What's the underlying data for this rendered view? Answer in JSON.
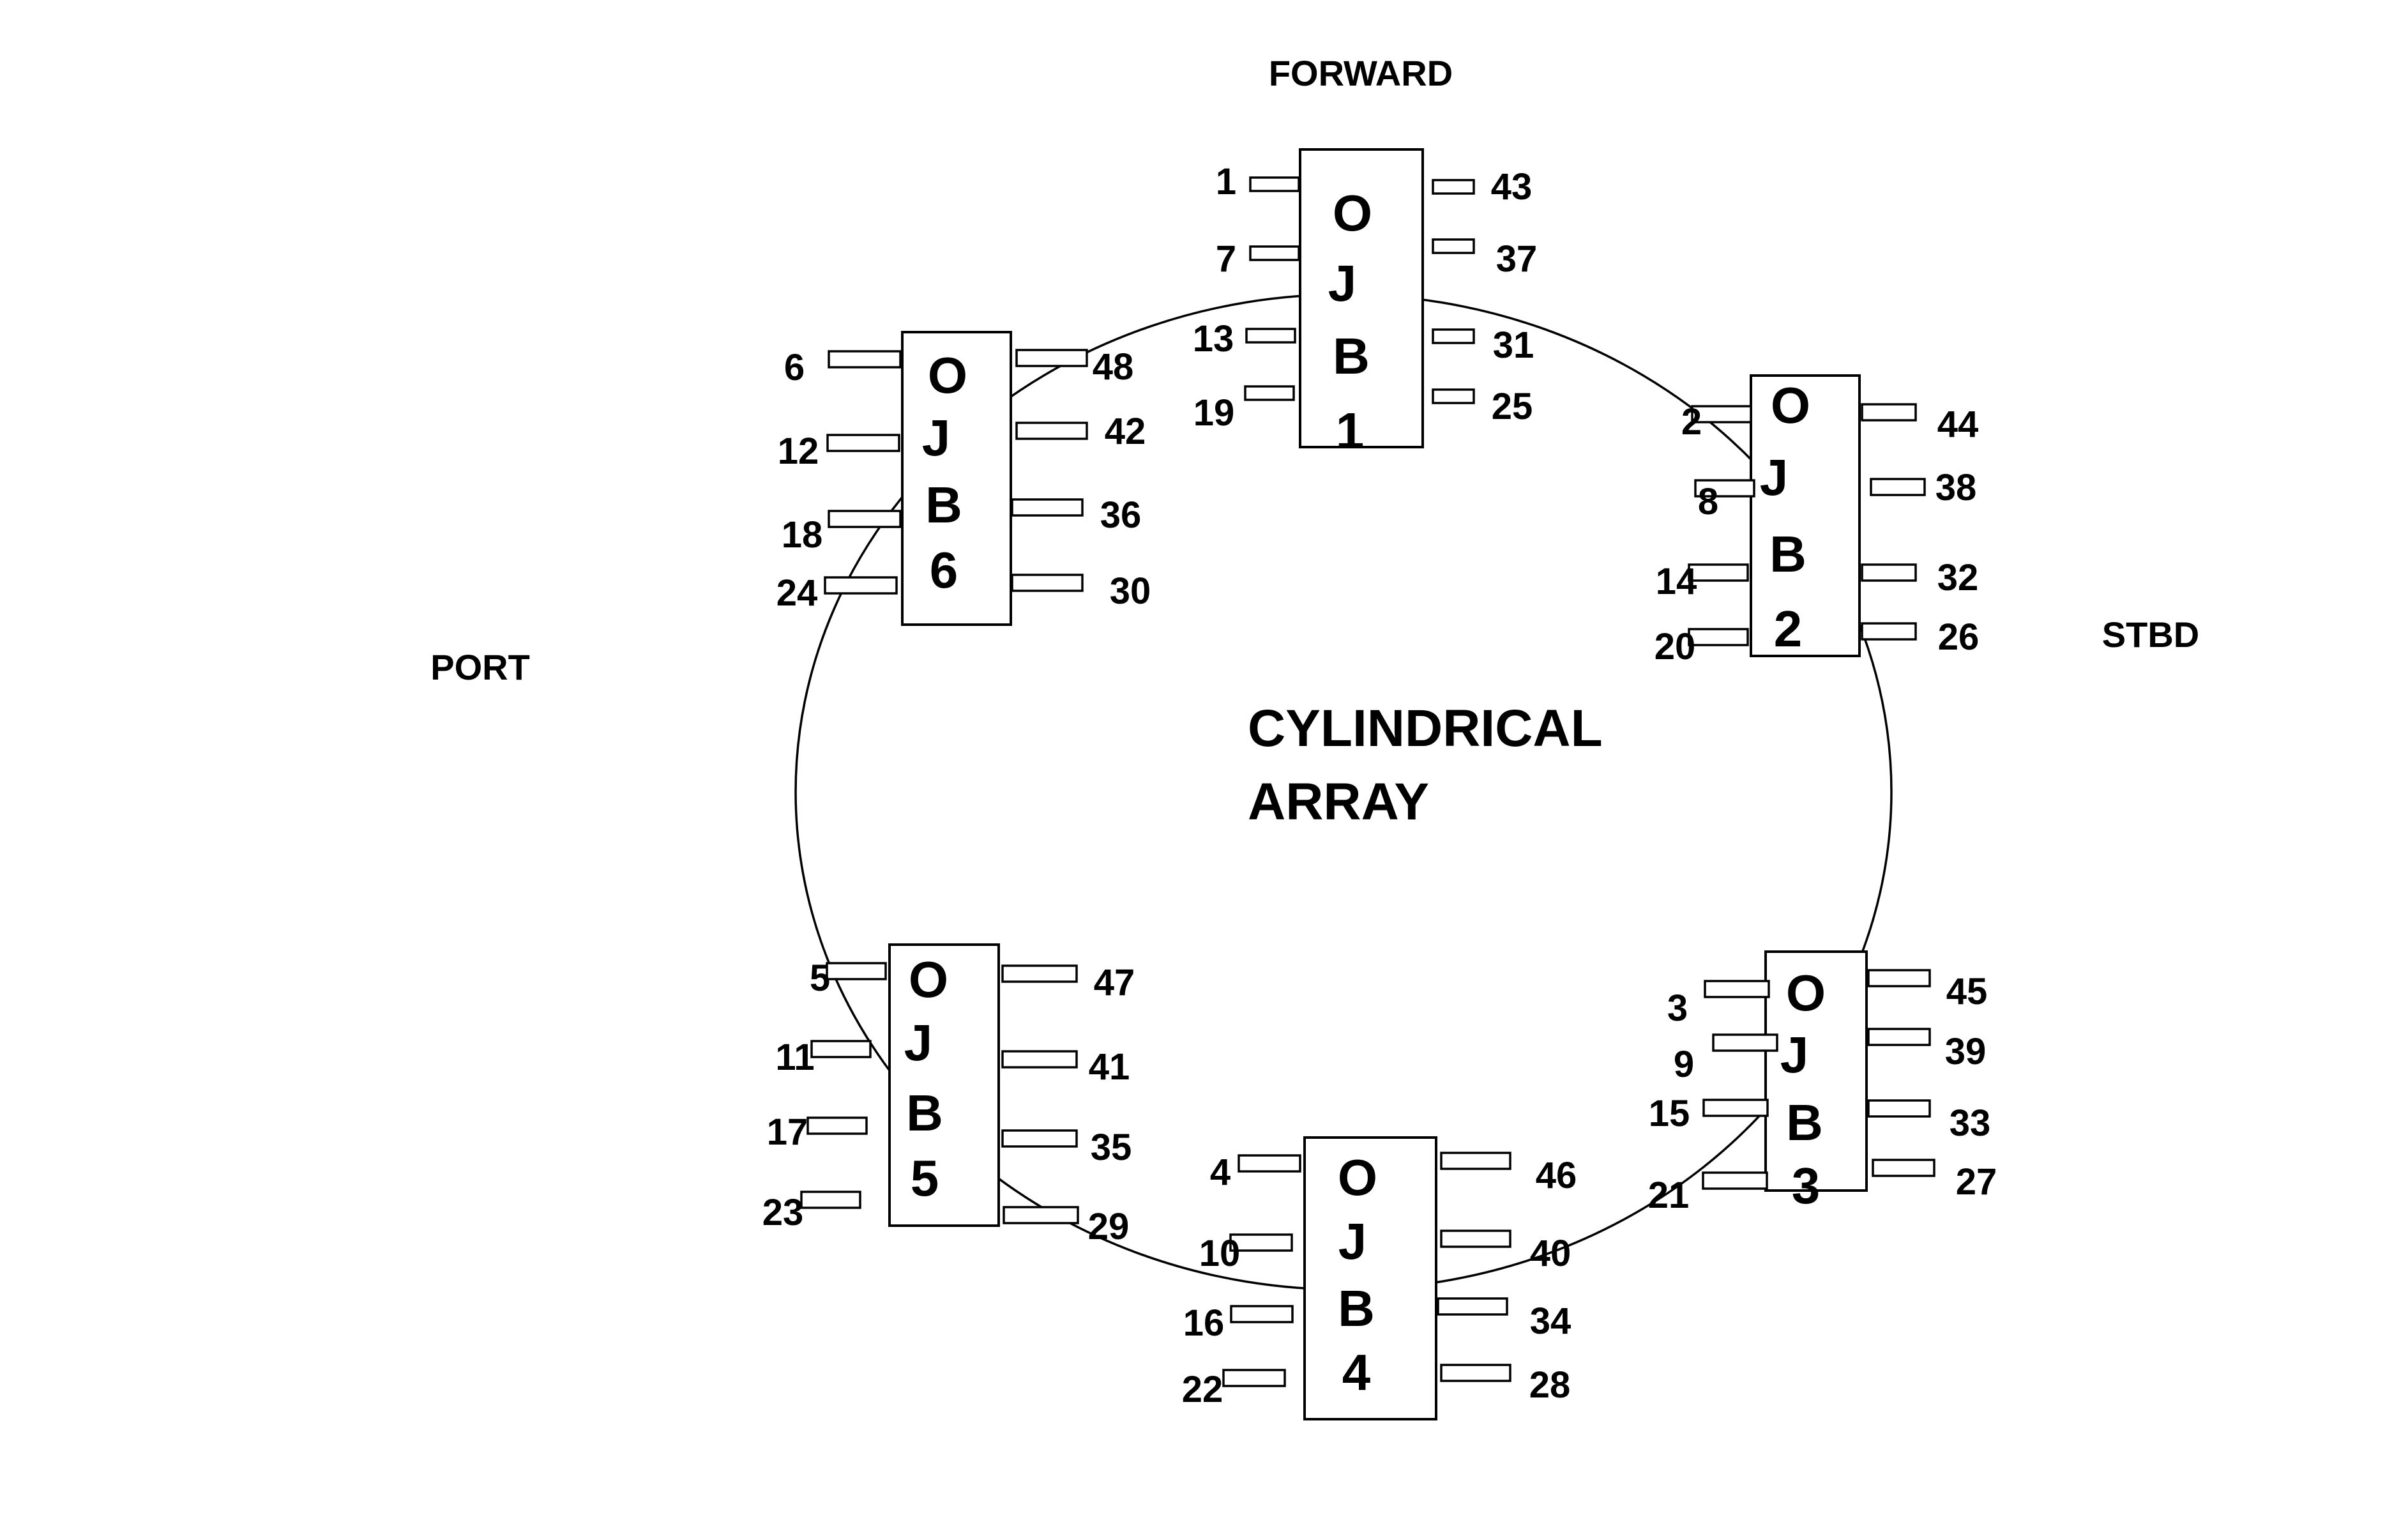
{
  "labels": {
    "forward": "FORWARD",
    "port": "PORT",
    "stbd": "STBD",
    "center_line1": "CYLINDRICAL",
    "center_line2": "ARRAY"
  },
  "boxes": [
    {
      "id": "ojb1",
      "letters": [
        "O",
        "J",
        "B",
        "1"
      ],
      "left_pins": [
        "1",
        "7",
        "13",
        "19"
      ],
      "right_pins": [
        "43",
        "37",
        "31",
        "25"
      ]
    },
    {
      "id": "ojb2",
      "letters": [
        "O",
        "J",
        "B",
        "2"
      ],
      "left_pins": [
        "2",
        "8",
        "14",
        "20"
      ],
      "right_pins": [
        "44",
        "38",
        "32",
        "26"
      ]
    },
    {
      "id": "ojb3",
      "letters": [
        "O",
        "J",
        "B",
        "3"
      ],
      "left_pins": [
        "3",
        "9",
        "15",
        "21"
      ],
      "right_pins": [
        "45",
        "39",
        "33",
        "27"
      ]
    },
    {
      "id": "ojb4",
      "letters": [
        "O",
        "J",
        "B",
        "4"
      ],
      "left_pins": [
        "4",
        "10",
        "16",
        "22"
      ],
      "right_pins": [
        "46",
        "40",
        "34",
        "28"
      ]
    },
    {
      "id": "ojb5",
      "letters": [
        "O",
        "J",
        "B",
        "5"
      ],
      "left_pins": [
        "5",
        "11",
        "17",
        "23"
      ],
      "right_pins": [
        "47",
        "41",
        "35",
        "29"
      ]
    },
    {
      "id": "ojb6",
      "letters": [
        "O",
        "J",
        "B",
        "6"
      ],
      "left_pins": [
        "6",
        "12",
        "18",
        "24"
      ],
      "right_pins": [
        "48",
        "42",
        "36",
        "30"
      ]
    }
  ]
}
